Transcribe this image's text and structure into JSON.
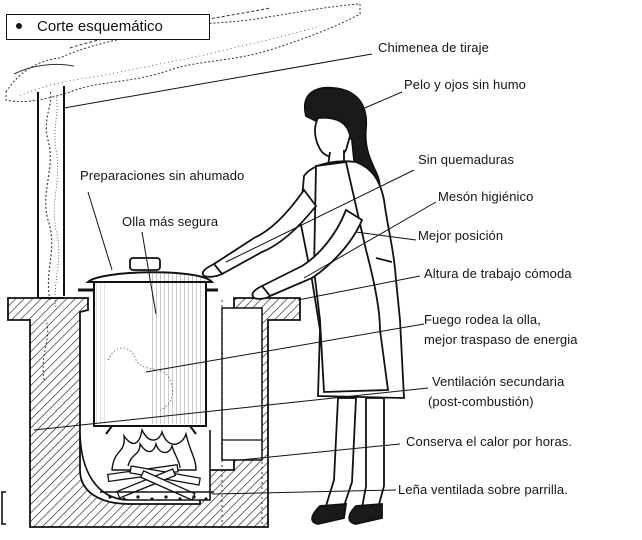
{
  "title": "Corte esquemático",
  "labels": {
    "chimenea": "Chimenea de tiraje",
    "pelo": "Pelo y ojos sin humo",
    "quemaduras": "Sin quemaduras",
    "meson": "Mesón higiénico",
    "posicion": "Mejor posición",
    "altura": "Altura de trabajo cómoda",
    "fuego_1": "Fuego rodea la olla,",
    "fuego_2": "mejor traspaso de energia",
    "ventilacion_1": "Ventilación secundaria",
    "ventilacion_2": "(post-combustión)",
    "conserva": "Conserva el calor por horas.",
    "lena": "Leña ventilada sobre parrilla.",
    "preparaciones": "Preparaciones sin ahumado",
    "olla": "Olla más segura"
  },
  "colors": {
    "ink": "#151515",
    "paper": "#ffffff"
  }
}
